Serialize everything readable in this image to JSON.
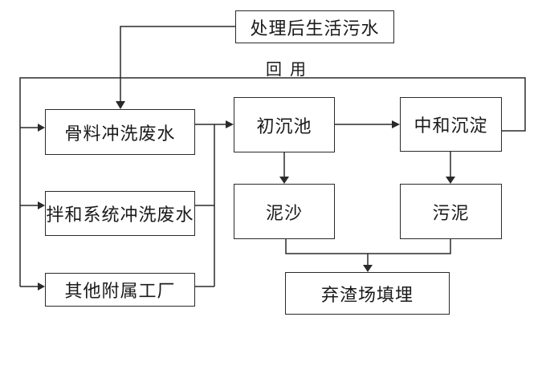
{
  "nodes": {
    "treated_domestic_sewage": "处理后生活污水",
    "aggregate_washing_wastewater": "骨料冲洗废水",
    "mixing_system_washing_wastewater": "拌和系统冲洗废水",
    "other_auxiliary_plants": "其他附属工厂",
    "primary_settling_tank": "初沉池",
    "neutralization_sedimentation": "中和沉淀",
    "silt_sand": "泥沙",
    "sludge": "污泥",
    "waste_residue_landfill": "弃渣场填埋"
  },
  "labels": {
    "reuse": "回用"
  }
}
